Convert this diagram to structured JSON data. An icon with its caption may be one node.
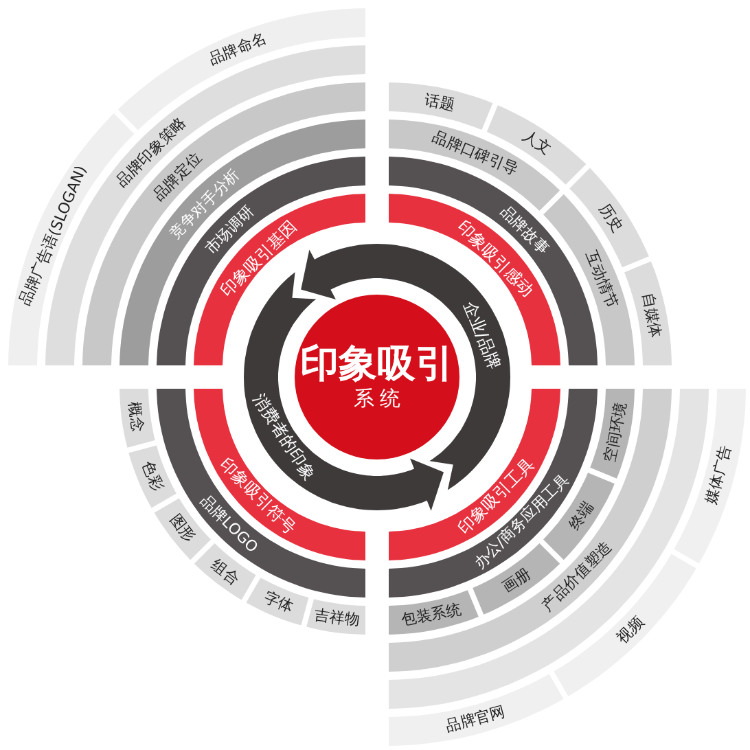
{
  "diagram": {
    "nodes": [
      {
        "text": [
          "印象吸引",
          "系统"
        ]
      },
      {
        "text": [
          "企业/品牌"
        ]
      },
      {
        "text": [
          "消费者的印象"
        ]
      },
      {
        "text": [
          "印象吸引基因"
        ]
      },
      {
        "text": [
          "市场调研"
        ]
      },
      {
        "text": [
          "竞争对手分析"
        ]
      },
      {
        "text": [
          "品牌定位"
        ]
      },
      {
        "text": [
          "品牌印象策略"
        ]
      },
      {
        "text": [
          "品牌广告语(SLOGAN)"
        ]
      },
      {
        "text": [
          "品牌命名"
        ]
      },
      {
        "text": [
          "印象吸引感动"
        ]
      },
      {
        "text": [
          "品牌故事"
        ]
      },
      {
        "text": [
          "品牌口碑引导"
        ]
      },
      {
        "text": [
          "互动情节"
        ]
      },
      {
        "text": [
          "话题"
        ]
      },
      {
        "text": [
          "人文"
        ]
      },
      {
        "text": [
          "历史"
        ]
      },
      {
        "text": [
          "自媒体"
        ]
      },
      {
        "text": [
          "印象吸引符号"
        ]
      },
      {
        "text": [
          "品牌LOGO"
        ]
      },
      {
        "text": [
          "概念"
        ]
      },
      {
        "text": [
          "色彩"
        ]
      },
      {
        "text": [
          "图形"
        ]
      },
      {
        "text": [
          "组合"
        ]
      },
      {
        "text": [
          "字体"
        ]
      },
      {
        "text": [
          "吉祥物"
        ]
      },
      {
        "text": [
          "印象吸引工具"
        ]
      },
      {
        "text": [
          "办公/商务应用工具"
        ]
      },
      {
        "text": [
          "包装系统"
        ]
      },
      {
        "text": [
          "画册"
        ]
      },
      {
        "text": [
          "终端"
        ]
      },
      {
        "text": [
          "空间环境"
        ]
      },
      {
        "text": [
          "产品价值塑造"
        ]
      },
      {
        "text": [],
        "shape": "band"
      },
      {
        "text": [
          "品牌官网"
        ]
      },
      {
        "text": [
          "视频"
        ]
      },
      {
        "text": [
          "媒体广告"
        ]
      }
    ]
  }
}
